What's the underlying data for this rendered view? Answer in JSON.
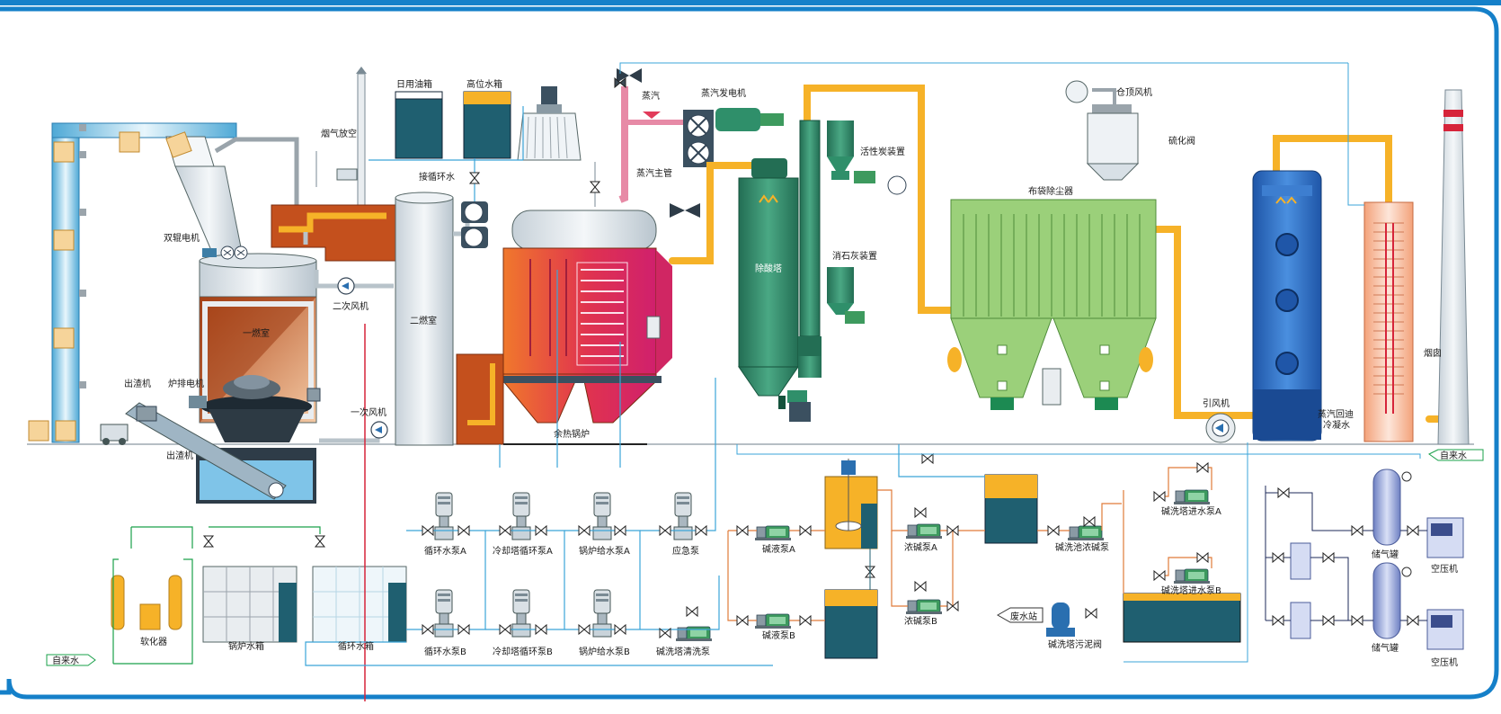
{
  "colors": {
    "frame": "#1580c9",
    "flue_pipe": "#f6b228",
    "water_line": "#3ba5d8",
    "green_line": "#1aa04a",
    "orange_line": "#e07b39",
    "red_line": "#d6243a",
    "tank_dark": "#1f5f70",
    "tank_yellow": "#f6b228",
    "steel": "#d8e0e6",
    "green_unit": "#2f8f6a",
    "filter_green": "#9bd07a",
    "tower_blue": "#2e6fc4"
  },
  "labels": {
    "daily_oil_tank": "日用油箱",
    "high_water_tank": "高位水箱",
    "flue_gas_vent": "烟气放空",
    "to_circulating_water": "接循环水",
    "double_roller_motor": "双辊电机",
    "secondary_fan": "二次风机",
    "primary_combustion": "一燃室",
    "secondary_combustion": "二燃室",
    "slag_machine_top": "出渣机",
    "grate_motor": "炉排电机",
    "slag_machine_bottom": "出渣机",
    "primary_fan": "一次风机",
    "steam": "蒸汽",
    "steam_generator": "蒸汽发电机",
    "steam_main": "蒸汽主管",
    "waste_heat_boiler": "余热锅炉",
    "deacid_tower": "除酸塔",
    "activated_carbon": "活性炭装置",
    "lime_device": "消石灰装置",
    "bag_filter": "布袋除尘器",
    "top_fan": "仓顶风机",
    "sulfide_valve": "硫化阀",
    "induced_fan": "引风机",
    "steam_return": "蒸汽回迪",
    "cold_water": "冷凝水",
    "chimney": "烟囱",
    "tap_water_right": "自来水",
    "tap_water_left": "自来水",
    "softener": "软化器",
    "boiler_tank": "锅炉水箱",
    "circ_tank": "循环水箱",
    "circ_pump_a": "循环水泵A",
    "circ_pump_b": "循环水泵B",
    "cooling_pump_a": "冷却塔循环泵A",
    "cooling_pump_b": "冷却塔循环泵B",
    "boiler_pump_a": "锅炉给水泵A",
    "boiler_pump_b": "锅炉给水泵B",
    "emergency_pump": "应急泵",
    "scrub_clean_pump": "碱洗塔清洗泵",
    "alkali_pump_a": "碱液泵A",
    "alkali_pump_b": "碱液泵B",
    "conc_pump_a": "浓碱泵A",
    "conc_pump_b": "浓碱泵B",
    "scrub_pool_pump": "碱洗池浓碱泵",
    "scrub_feed_a": "碱洗塔进水泵A",
    "scrub_feed_b": "碱洗塔进水泵B",
    "wastewater_station": "废水站",
    "sludge_valve": "碱洗塔污泥阀",
    "gas_tank_1": "储气罐",
    "gas_tank_2": "储气罐",
    "compressor_1": "空压机",
    "compressor_2": "空压机"
  }
}
